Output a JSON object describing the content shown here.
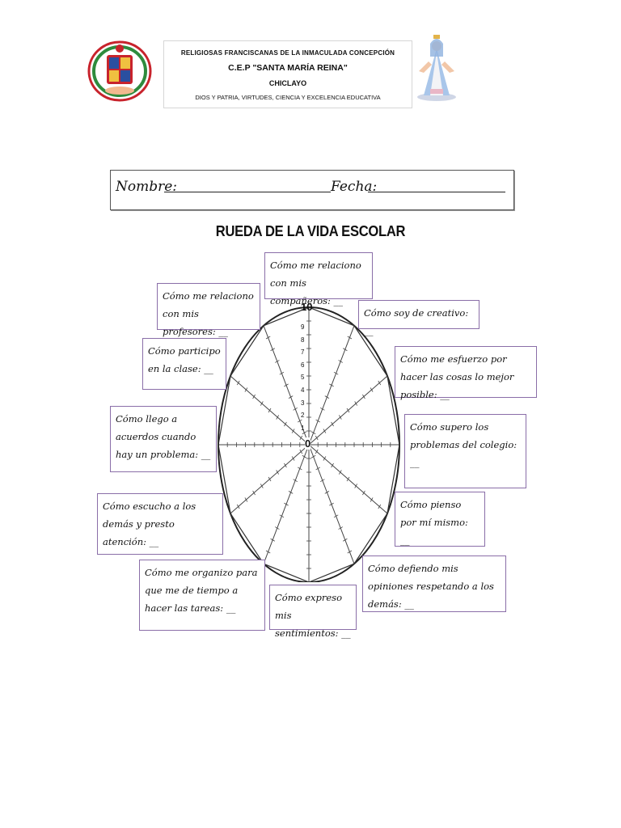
{
  "header": {
    "line1": "RELIGIOSAS FRANCISCANAS DE LA INMACULADA CONCEPCIÓN",
    "line2": "C.E.P \"SANTA MARÍA REINA\"",
    "line3": "CHICLAYO",
    "line4": "DIOS Y PATRIA, VIRTUDES, CIENCIA Y EXCELENCIA EDUCATIVA",
    "logo_icon": "school-crest-icon",
    "image_icon": "virgin-mary-figure-icon"
  },
  "form": {
    "name_label": "Nombre:",
    "date_label": "Fecha:"
  },
  "title": "RUEDA DE LA VIDA ESCOLAR",
  "wheel": {
    "top_label": "10",
    "center_label": "0",
    "scale_numbers": [
      "9",
      "8",
      "7",
      "6",
      "5",
      "4",
      "3",
      "2",
      "1"
    ]
  },
  "cards": {
    "companeros": "Cómo me relaciono con mis compañeros: __",
    "profesores": "Cómo me relaciono con mis profesores: __",
    "creativo": "Cómo soy de creativo: __",
    "participo": "Cómo participo en la clase: __",
    "esfuerzo": "Cómo me esfuerzo por hacer las cosas lo mejor posible: __",
    "acuerdos": "Cómo llego a acuerdos cuando hay un problema: __",
    "problemas": "Cómo supero los problemas del colegio: __",
    "escucho": "Cómo escucho a los demás y presto atención: __",
    "pienso": "Cómo pienso por mí mismo: __",
    "organizo": "Cómo me organizo para que me de tiempo a hacer las tareas: __",
    "expreso": "Cómo expreso mis sentimientos: __",
    "opiniones": "Cómo defiendo mis opiniones respetando a los demás: __"
  }
}
